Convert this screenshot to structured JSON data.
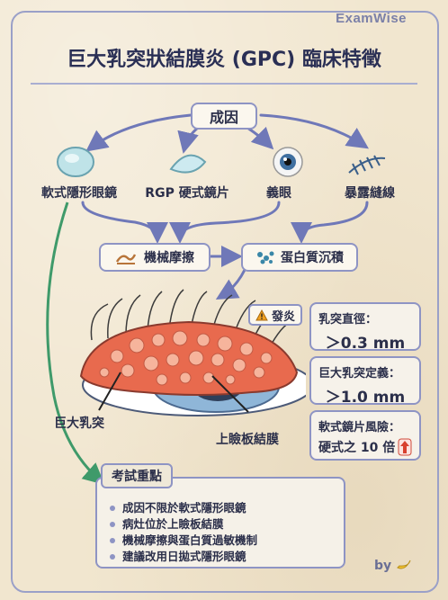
{
  "brand": "ExamWise",
  "title": "巨大乳突狀結膜炎 (GPC) 臨床特徵",
  "cause_root": "成因",
  "causes": [
    {
      "label": "軟式隱形眼鏡",
      "icon": "soft-contact-lens-icon"
    },
    {
      "label": "RGP 硬式鏡片",
      "icon": "rgp-lens-icon"
    },
    {
      "label": "義眼",
      "icon": "prosthetic-eye-icon"
    },
    {
      "label": "暴露縫線",
      "icon": "suture-icon"
    }
  ],
  "mechanisms": [
    {
      "label": "機械摩擦",
      "icon": "friction-icon"
    },
    {
      "label": "蛋白質沉積",
      "icon": "protein-deposit-icon"
    }
  ],
  "inflammation_tag": "發炎",
  "eye_labels": {
    "papillae": "巨大乳突",
    "tarsal": "上瞼板結膜"
  },
  "stats": [
    {
      "title": "乳突直徑：",
      "value": "＞0.3 mm"
    },
    {
      "title": "巨大乳突定義：",
      "value": "＞1.0 mm"
    },
    {
      "title": "軟式鏡片風險：",
      "value": "硬式之 10 倍"
    }
  ],
  "exam": {
    "heading": "考試重點",
    "points": [
      "成因不限於軟式隱形眼鏡",
      "病灶位於上瞼板結膜",
      "機械摩擦與蛋白質過敏機制",
      "建議改用日拋式隱形眼鏡"
    ]
  },
  "byline": "by",
  "colors": {
    "accent": "#8e94c4",
    "arrow": "#6f78b8",
    "green_arrow": "#3f9a6a",
    "inflamed": "#e86a4e"
  }
}
